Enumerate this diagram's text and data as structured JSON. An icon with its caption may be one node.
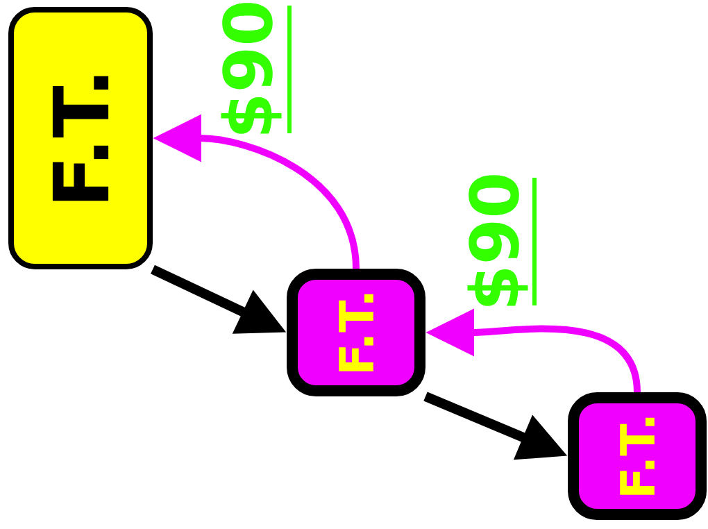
{
  "diagram": {
    "nodes": [
      {
        "text": [
          "F.T."
        ]
      },
      {
        "text": [
          "F.T."
        ]
      },
      {
        "text": [
          "F.T."
        ]
      }
    ],
    "edges": [
      {
        "from": 0,
        "to": 1,
        "arrow": "to"
      },
      {
        "from": 1,
        "to": 0,
        "arrow": "to",
        "label": "$90",
        "color": "#f000ff"
      },
      {
        "from": 1,
        "to": 2,
        "arrow": "to"
      },
      {
        "from": 2,
        "to": 1,
        "arrow": "to",
        "label": "$90",
        "color": "#f000ff"
      }
    ]
  }
}
